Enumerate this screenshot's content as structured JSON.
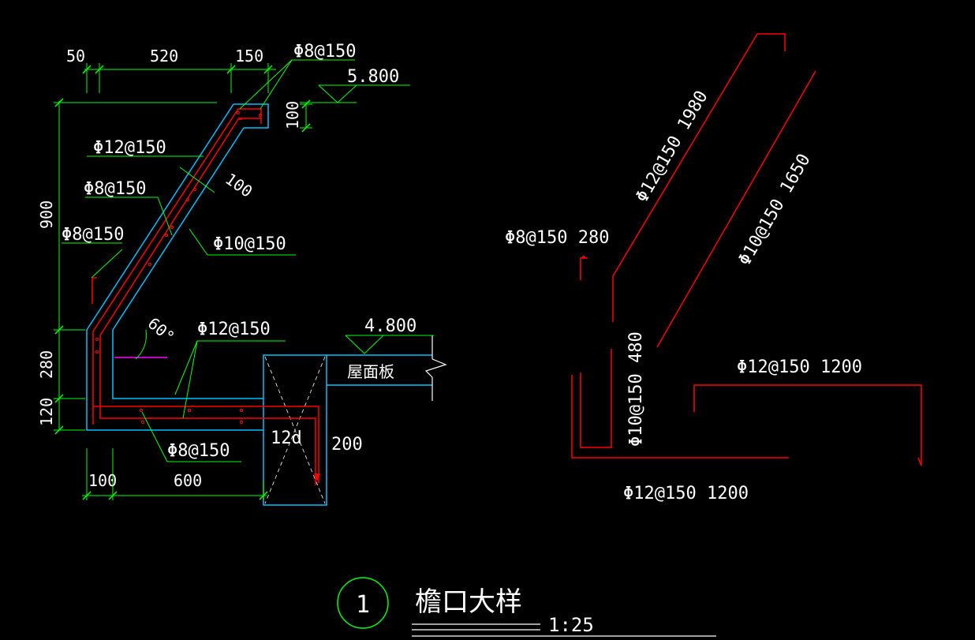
{
  "colors": {
    "background": "#000000",
    "concrete_outline": "#00bfff",
    "rebar": "#ff0000",
    "dimension": "#00ff00",
    "text": "#ffffff",
    "hatch": "#ffffff",
    "magenta": "#ff00ff"
  },
  "detail": {
    "top_dims": [
      "50",
      "520",
      "150"
    ],
    "left_dims": [
      "900",
      "280",
      "120"
    ],
    "bottom_dims": [
      "100",
      "600"
    ],
    "elev_top": "5.800",
    "elev_roof": "4.800",
    "dim_100_right": "100",
    "dim_100_slab": "100",
    "angle": "60°",
    "anchor": "12d",
    "beam_dim": "200",
    "roof_slab": "屋面板",
    "rebar_labels": {
      "top_right": "Φ8@150",
      "sloped_top": "Φ12@150",
      "sloped_dist": "Φ8@150",
      "left_small": "Φ8@150",
      "sloped_inner": "Φ10@150",
      "bottom_top": "Φ12@150",
      "bottom_dist": "Φ8@150"
    }
  },
  "schedule": {
    "bar_a": "Φ8@150  280",
    "bar_b": "Φ12@150  1980",
    "bar_c": "Φ10@150  1650",
    "bar_d": "Φ10@150  480",
    "bar_e": "Φ12@150  1200",
    "bar_f": "Φ12@150  1200"
  },
  "title_block": {
    "number": "1",
    "title": "檐口大样",
    "scale": "1:25"
  }
}
